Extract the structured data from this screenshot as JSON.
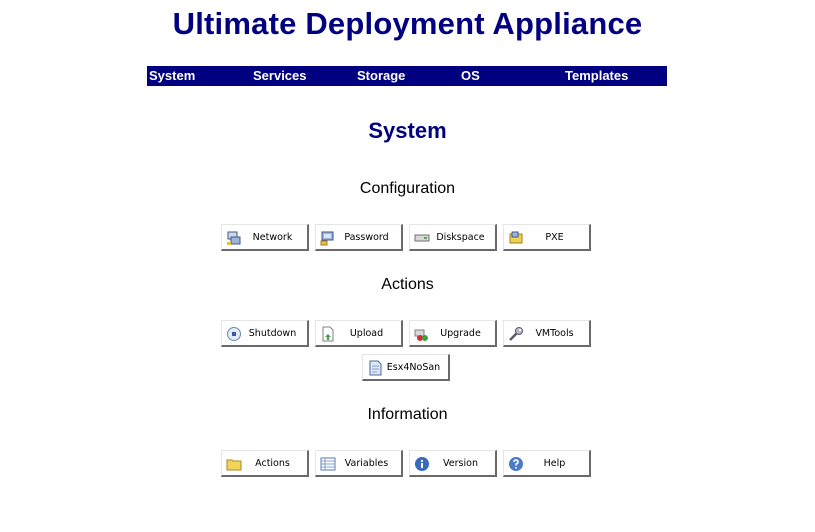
{
  "app": {
    "title": "Ultimate Deployment Appliance"
  },
  "menu": {
    "items": [
      {
        "label": "System"
      },
      {
        "label": "Services"
      },
      {
        "label": "Storage"
      },
      {
        "label": "OS"
      },
      {
        "label": "Templates"
      }
    ]
  },
  "page": {
    "title": "System"
  },
  "sections": {
    "configuration": {
      "heading": "Configuration",
      "buttons": [
        {
          "label": "Network",
          "icon": "network-icon"
        },
        {
          "label": "Password",
          "icon": "password-icon"
        },
        {
          "label": "Diskspace",
          "icon": "diskspace-icon"
        },
        {
          "label": "PXE",
          "icon": "pxe-icon"
        }
      ]
    },
    "actions": {
      "heading": "Actions",
      "buttons": [
        {
          "label": "Shutdown",
          "icon": "shutdown-icon"
        },
        {
          "label": "Upload",
          "icon": "upload-icon"
        },
        {
          "label": "Upgrade",
          "icon": "upgrade-icon"
        },
        {
          "label": "VMTools",
          "icon": "wrench-icon"
        },
        {
          "label": "Esx4NoSan",
          "icon": "document-icon"
        }
      ]
    },
    "information": {
      "heading": "Information",
      "buttons": [
        {
          "label": "Actions",
          "icon": "folder-icon"
        },
        {
          "label": "Variables",
          "icon": "table-icon"
        },
        {
          "label": "Version",
          "icon": "info-icon"
        },
        {
          "label": "Help",
          "icon": "help-icon"
        }
      ]
    }
  },
  "colors": {
    "brand": "#000080",
    "background": "#ffffff",
    "menu_text": "#ffffff"
  }
}
